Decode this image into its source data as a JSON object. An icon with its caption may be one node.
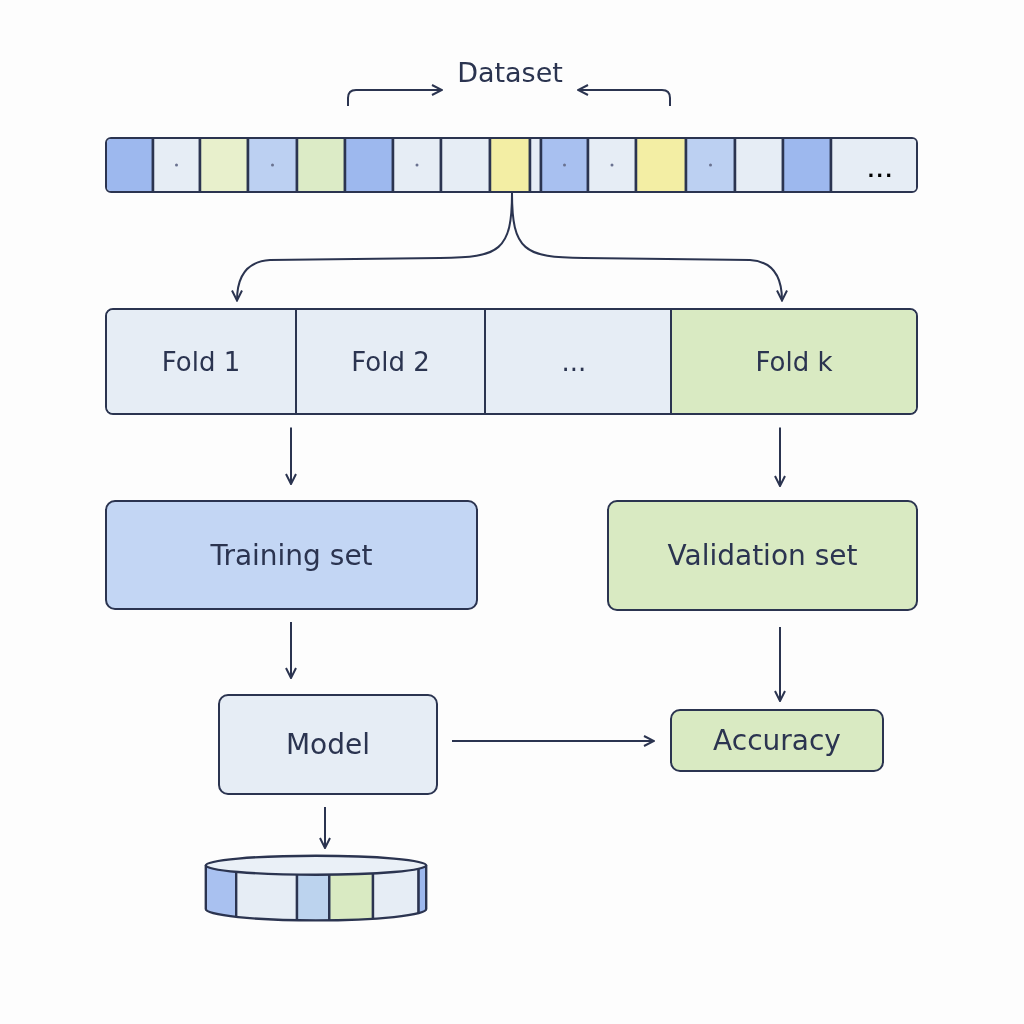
{
  "diagram": {
    "nodes": [
      {
        "text": [
          "Dataset"
        ]
      },
      {
        "text": [
          "..."
        ]
      },
      {
        "text": [],
        "shape": "box"
      },
      {
        "text": [
          "Fold 1"
        ],
        "in": 2
      },
      {
        "text": [
          "Fold 2"
        ],
        "in": 2
      },
      {
        "text": [
          "..."
        ],
        "in": 2
      },
      {
        "text": [
          "Fold k"
        ],
        "in": 2
      },
      {
        "text": [
          "Training set"
        ]
      },
      {
        "text": [
          "Validation set"
        ]
      },
      {
        "text": [
          "Model"
        ]
      },
      {
        "text": [
          "Accuracy"
        ]
      },
      {
        "text": [],
        "shape": "cylinder"
      }
    ],
    "edges": [
      {
        "from": null,
        "to": 0,
        "arrow": "to"
      },
      {
        "from": null,
        "to": 0,
        "arrow": "to"
      },
      {
        "from": 1,
        "to": 3,
        "arrow": "to"
      },
      {
        "from": 1,
        "to": 6,
        "arrow": "to"
      },
      {
        "from": 3,
        "to": 7,
        "arrow": "to"
      },
      {
        "from": 6,
        "to": 8,
        "arrow": "to"
      },
      {
        "from": 7,
        "to": 9,
        "arrow": "to"
      },
      {
        "from": 8,
        "to": 10,
        "arrow": "to"
      },
      {
        "from": 9,
        "to": 10,
        "arrow": "to"
      },
      {
        "from": 9,
        "to": 11,
        "arrow": "to"
      }
    ]
  }
}
